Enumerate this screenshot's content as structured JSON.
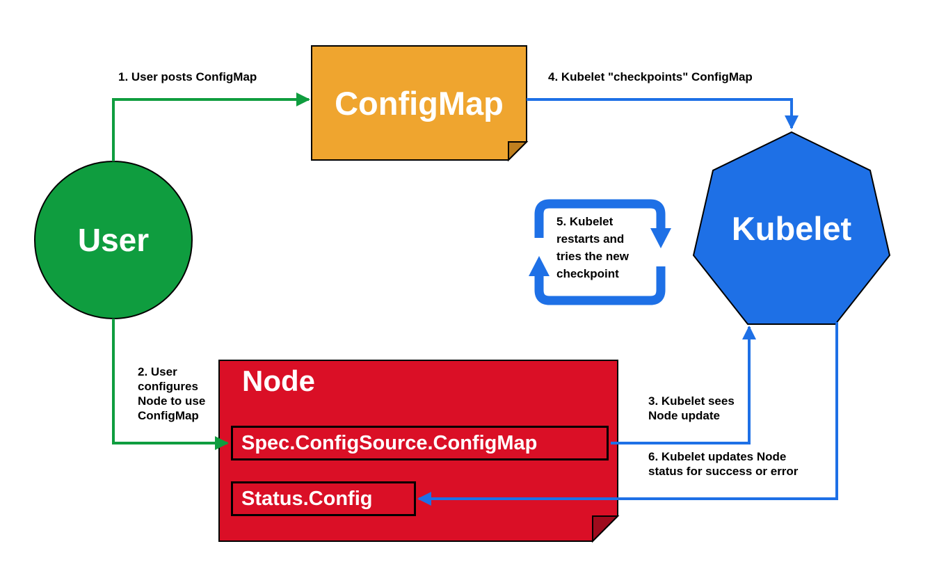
{
  "colors": {
    "green": "#0F9D3F",
    "orange": "#EFA52F",
    "orange_fold": "#BF7F1E",
    "red": "#DA0F26",
    "red_fold": "#9E0B1D",
    "blue": "#1E70E6"
  },
  "shapes": {
    "user": {
      "label": "User"
    },
    "configmap": {
      "label": "ConfigMap"
    },
    "kubelet": {
      "label": "Kubelet"
    },
    "node": {
      "title": "Node",
      "spec_box_label": "Spec.ConfigSource.ConfigMap",
      "status_box_label": "Status.Config"
    }
  },
  "arrows": {
    "step1": {
      "label": "1. User posts ConfigMap"
    },
    "step2": {
      "label": "2. User\nconfigures\nNode to use\nConfigMap"
    },
    "step3": {
      "label": "3. Kubelet sees\nNode update"
    },
    "step4": {
      "label": "4. Kubelet \"checkpoints\" ConfigMap"
    },
    "step5": {
      "label": "5. Kubelet\nrestarts and\ntries the new\ncheckpoint"
    },
    "step6": {
      "label": "6. Kubelet updates Node\nstatus for success or error"
    }
  }
}
